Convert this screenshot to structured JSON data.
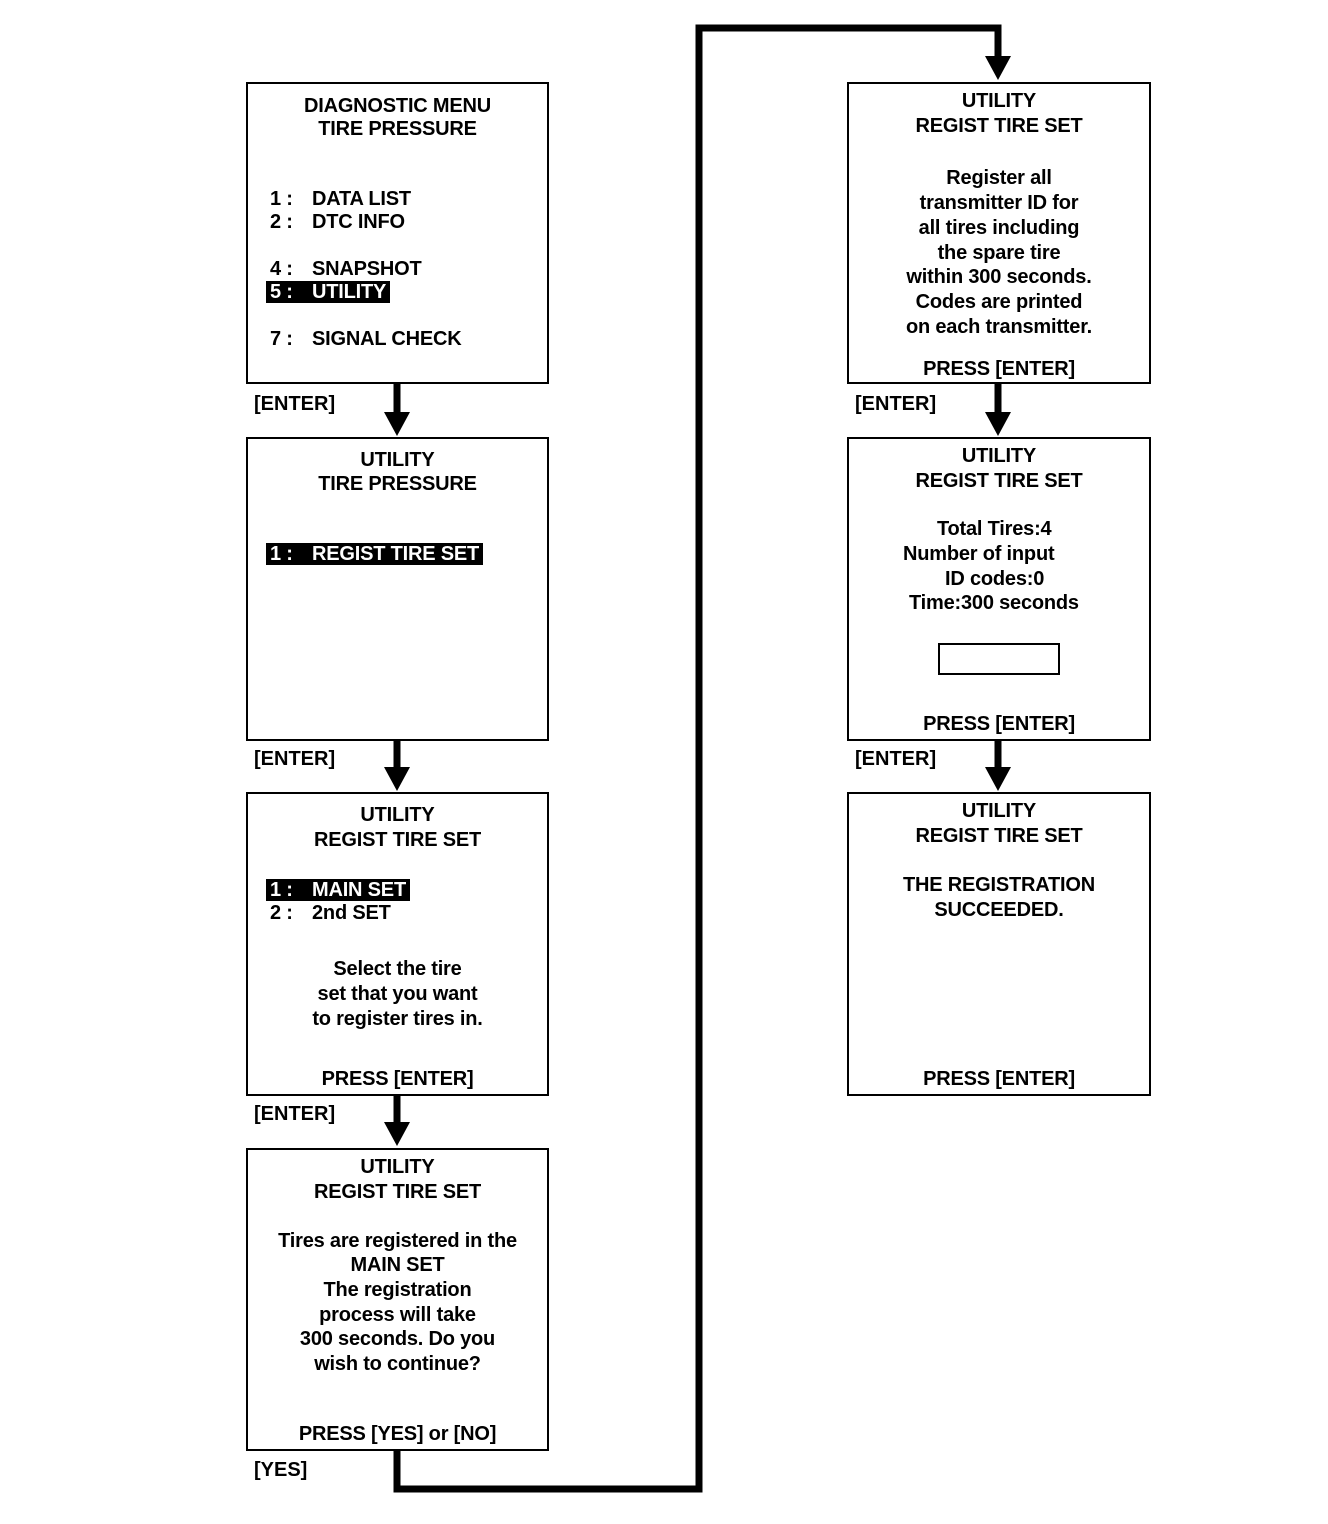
{
  "screen1": {
    "title": "DIAGNOSTIC MENU",
    "subtitle": "TIRE PRESSURE",
    "items": [
      {
        "num": "1 :",
        "label": "DATA LIST"
      },
      {
        "num": "2 :",
        "label": "DTC INFO"
      },
      {
        "num": "4 :",
        "label": "SNAPSHOT"
      },
      {
        "num": "5 :",
        "label": "UTILITY"
      },
      {
        "num": "7 :",
        "label": "SIGNAL CHECK"
      }
    ],
    "selected_index": 3
  },
  "screen2": {
    "title": "UTILITY",
    "subtitle": "TIRE PRESSURE",
    "item": {
      "num": "1 :",
      "label": "REGIST TIRE SET"
    }
  },
  "screen3": {
    "title": "UTILITY",
    "subtitle": "REGIST TIRE SET",
    "items": [
      {
        "num": "1 :",
        "label": "MAIN SET"
      },
      {
        "num": "2 :",
        "label": "2nd SET"
      }
    ],
    "message": [
      "Select the tire",
      "set that you want",
      "to register tires in."
    ],
    "prompt": "PRESS  [ENTER]"
  },
  "screen4": {
    "title": "UTILITY",
    "subtitle": "REGIST TIRE SET",
    "message": [
      "Tires are registered in the",
      "MAIN SET",
      "The registration",
      "process will take",
      "300 seconds. Do you",
      "wish to continue?"
    ],
    "prompt": "PRESS  [YES]  or  [NO]"
  },
  "screen5": {
    "title": "UTILITY",
    "subtitle": "REGIST TIRE SET",
    "message": [
      "Register all",
      "transmitter ID for",
      "all tires including",
      "the spare tire",
      "within 300 seconds.",
      "Codes are printed",
      "on each transmitter."
    ],
    "prompt": "PRESS  [ENTER]"
  },
  "screen6": {
    "title": "UTILITY",
    "subtitle": "REGIST TIRE SET",
    "message": [
      "Total Tires:4",
      "Number of input",
      "ID codes:0",
      "Time:300 seconds"
    ],
    "prompt": "PRESS  [ENTER]"
  },
  "screen7": {
    "title": "UTILITY",
    "subtitle": "REGIST TIRE SET",
    "message": [
      "THE REGISTRATION",
      "SUCCEEDED."
    ],
    "prompt": "PRESS  [ENTER]"
  },
  "labels": {
    "enter": "[ENTER]",
    "yes": "[YES]"
  }
}
